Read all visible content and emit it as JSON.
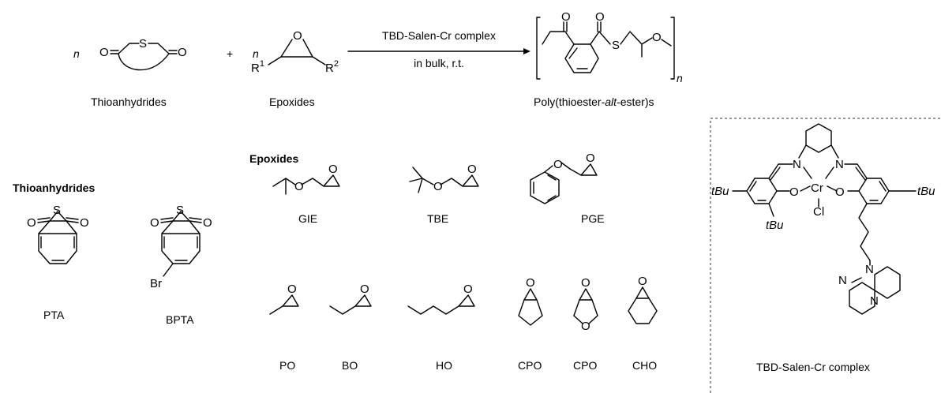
{
  "reaction": {
    "n1": "n",
    "n2": "n",
    "plus": "+",
    "r1": "R",
    "r1_sup": "1",
    "r2": "R",
    "r2_sup": "2",
    "catalyst": "TBD-Salen-Cr complex",
    "conditions": "in bulk, r.t.",
    "n_product": "n",
    "label_thioanhydrides": "Thioanhydrides",
    "label_epoxides": "Epoxides",
    "label_product_pre": "Poly(thioester-",
    "label_product_it": "alt",
    "label_product_post": "-ester)s"
  },
  "sections": {
    "thioanhydrides_title": "Thioanhydrides",
    "epoxides_title": "Epoxides"
  },
  "thioanhydrides": [
    "PTA",
    "BPTA"
  ],
  "epoxides_row1": [
    "GIE",
    "TBE",
    "PGE"
  ],
  "epoxides_row2": [
    "PO",
    "BO",
    "HO",
    "CPO",
    "CPO",
    "CHO"
  ],
  "catalyst_box": {
    "title": "TBD-Salen-Cr complex",
    "tbu": "tBu"
  },
  "atoms": {
    "O": "O",
    "S": "S",
    "N": "N",
    "Cr": "Cr",
    "Cl": "Cl",
    "Br": "Br"
  }
}
